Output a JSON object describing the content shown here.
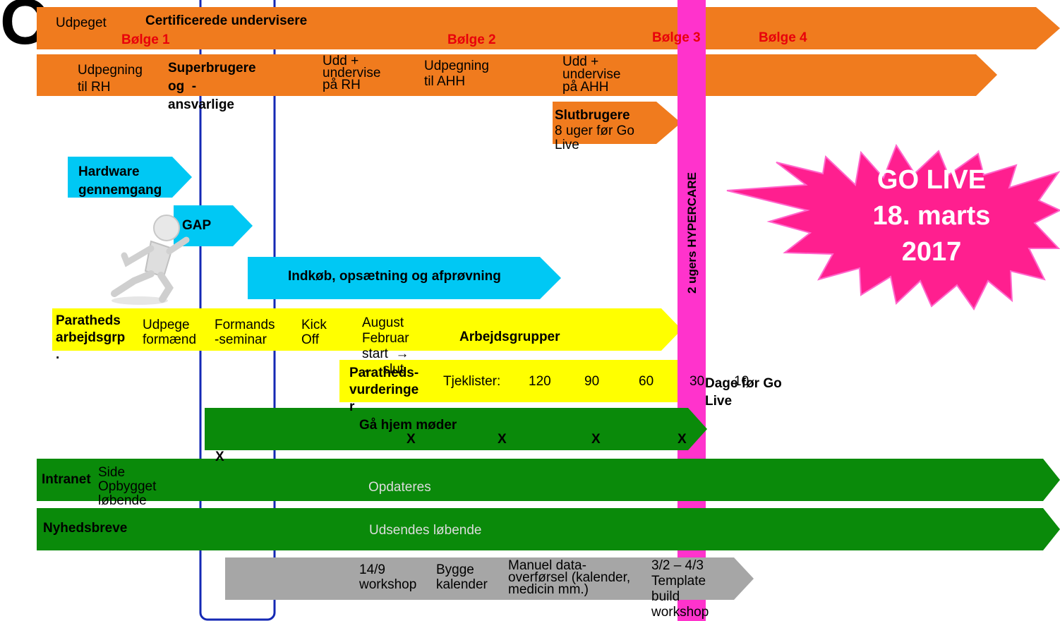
{
  "title": "O",
  "colors": {
    "orange": "#f07b1e",
    "cyan": "#00c8f4",
    "yellow": "#ffff00",
    "green": "#0a8a0a",
    "gray": "#a6a6a6",
    "pink": "#ff33cc",
    "navy": "#1428b4",
    "burst": "#ff1f8f"
  },
  "row1": {
    "udpeget": "Udpeget",
    "cert": "Certificerede undervisere"
  },
  "waves": {
    "w1": "Bølge 1",
    "w2": "Bølge 2",
    "w3": "Bølge 3",
    "w4": "Bølge 4"
  },
  "row2": {
    "udpegning_rh": "Udpegning\ntil RH",
    "superbrugere": "Superbrugere\nog  -\nansvarlige",
    "udd_rh": "Udd +\nundervise\npå RH",
    "udpegning_ahh": "Udpegning\ntil AHH",
    "udd_ahh": "Udd +\nundervise\npå AHH"
  },
  "slutbrugere": {
    "title": "Slutbrugere",
    "sub": "8 uger før Go\nLive"
  },
  "hardware": "Hardware\ngennemgang",
  "gap": "GAP",
  "indkob": "Indkøb, opsætning og afprøvning",
  "hypercare": "2 ugers HYPERCARE",
  "golive": "GO LIVE\n18. marts\n2017",
  "paratheds": {
    "title": "Paratheds\narbejdsgrp\n.",
    "udpege": "Udpege\nformænd",
    "formands": "Formands\n-seminar",
    "kickoff": "Kick\nOff",
    "august": "August\nFebruar\nstart  →\n←  slut",
    "arbejdsgrupper": "Arbejdsgrupper"
  },
  "vurdering": {
    "title": "Paratheds-\nvurderinge\nr",
    "tjeklister": "Tjeklister:",
    "n120": "120",
    "n90": "90",
    "n60": "60",
    "n30": "30",
    "n10": "10",
    "dage": "Dage før Go\nLive"
  },
  "gaahjem": {
    "title": "Gå hjem møder",
    "x": "X"
  },
  "intranet": {
    "label": "Intranet",
    "side": "Side\nOpbygget\nløbende",
    "opdateres": "Opdateres"
  },
  "nyhedsbreve": {
    "label": "Nyhedsbreve",
    "udsendes": "Udsendes løbende"
  },
  "gray": {
    "workshop": "14/9\nworkshop",
    "bygge": "Bygge\nkalender",
    "manuel": "Manuel data-\noverførsel (kalender,\nmedicin mm.)",
    "template": "3/2 – 4/3\nTemplate\nbuild\nworkshop"
  }
}
